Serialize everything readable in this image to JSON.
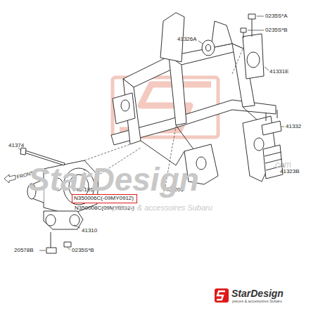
{
  "diagram": {
    "nodes": [
      {
        "text": [
          "N350006C(-09MY0912)"
        ]
      }
    ],
    "labels": [
      "0235S*A",
      "0235S*B",
      "41326A",
      "41331E",
      "41374",
      "41332",
      "FRONT",
      "FIG.195",
      "FIG.201",
      "41323B",
      "N350008C(09MY0912-)",
      "41310",
      "20578B",
      "0235S*B",
      "StarDesign",
      ".com",
      "pièces & accessoires Subaru",
      "StarDesign",
      "pièces & accessoires Subaru"
    ]
  }
}
